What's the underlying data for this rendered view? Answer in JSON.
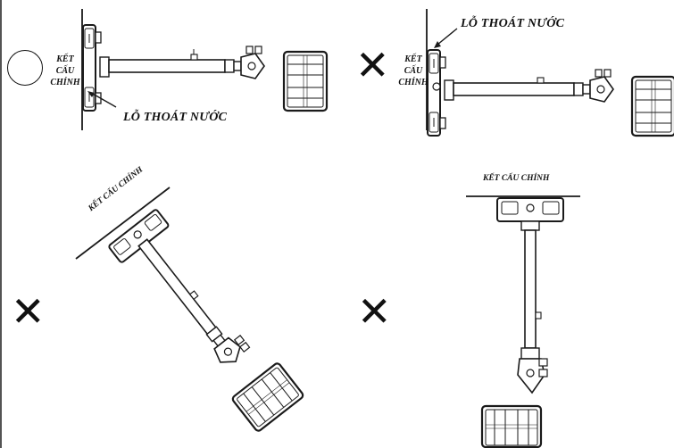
{
  "labels": {
    "structure_line1": "KẾT",
    "structure_line2": "CẤU",
    "structure_line3": "CHÍNH",
    "structure_full": "KẾT CẤU CHÍNH",
    "drain_hole": "LỖ THOÁT NƯỚC"
  },
  "panels": [
    {
      "mark": "correct",
      "mark_symbol": "○",
      "caption_icon": "circle-icon"
    },
    {
      "mark": "incorrect",
      "mark_symbol": "✕",
      "caption_icon": "cross-icon"
    },
    {
      "mark": "incorrect",
      "mark_symbol": "✕",
      "caption_icon": "cross-icon"
    },
    {
      "mark": "incorrect",
      "mark_symbol": "✕",
      "caption_icon": "cross-icon"
    }
  ],
  "colors": {
    "line": "#1a1a1a",
    "lamp_fill": "#ffffff"
  }
}
